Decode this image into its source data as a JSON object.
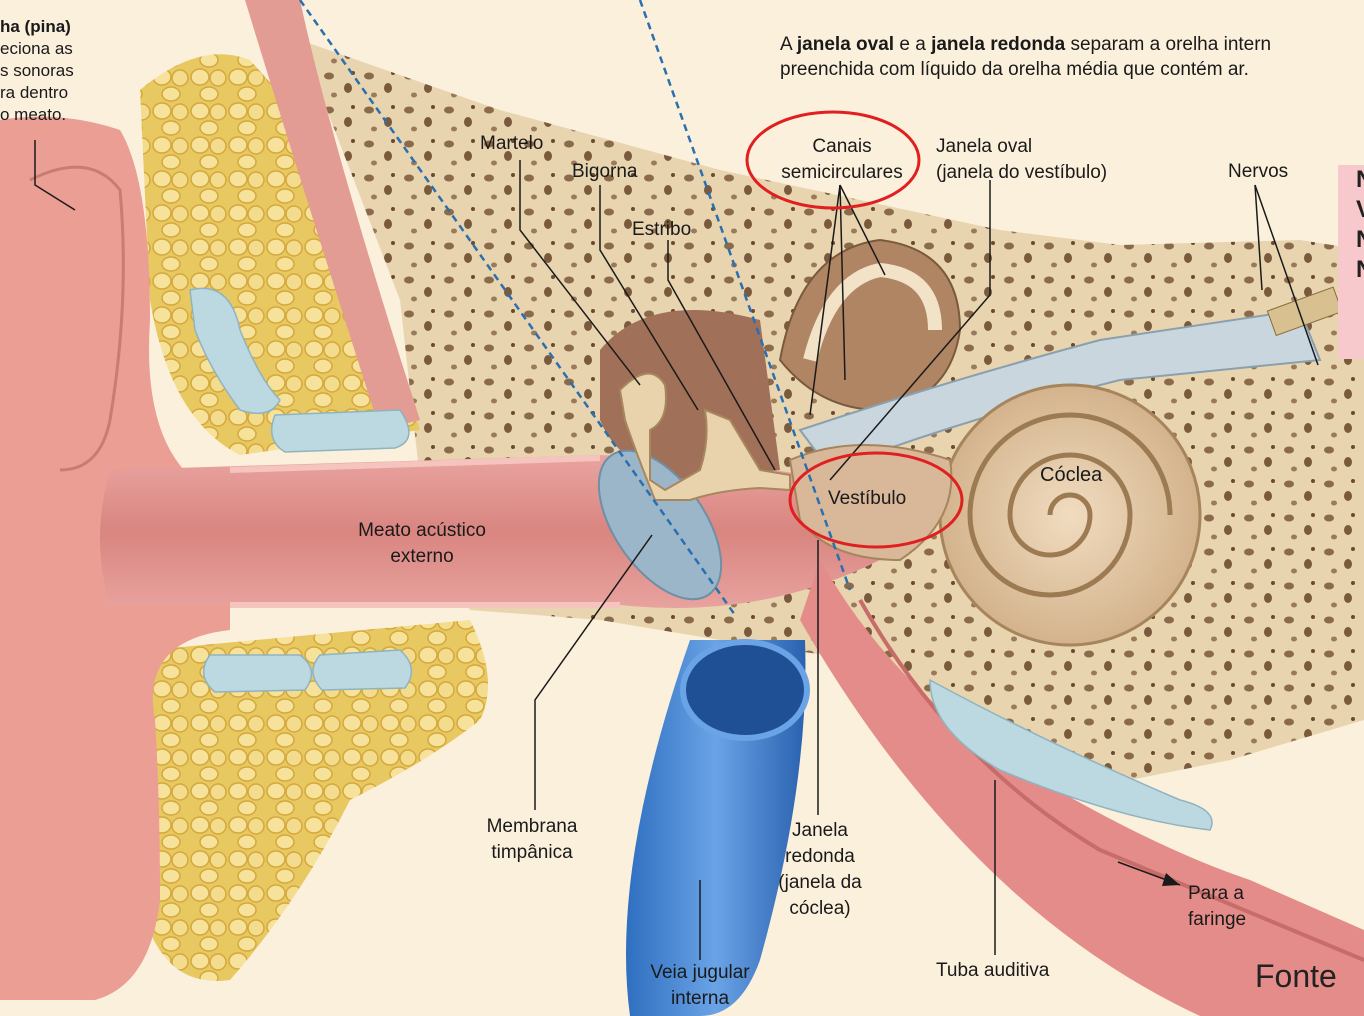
{
  "top_left_caption": {
    "line1": "ha (pina)",
    "line2": "eciona as",
    "line3": "s sonoras",
    "line4": "ra dentro",
    "line5": "o meato."
  },
  "top_caption": {
    "line1_a": "A ",
    "line1_b": "janela oval",
    "line1_c": " e a ",
    "line1_d": "janela redonda",
    "line1_e": " separam a orelha intern",
    "line2": "preenchida com líquido da orelha média que contém ar."
  },
  "labels": {
    "martelo": "Martelo",
    "bigorna": "Bigorna",
    "estribo": "Estribo",
    "canais_1": "Canais",
    "canais_2": "semicirculares",
    "janela_oval_1": "Janela oval",
    "janela_oval_2": "(janela do vestíbulo)",
    "nervos": "Nervos",
    "coclea": "Cóclea",
    "vestibulo": "Vestíbulo",
    "meato_1": "Meato acústico",
    "meato_2": "externo",
    "membrana_1": "Membrana",
    "membrana_2": "timpânica",
    "janela_redonda_1": "Janela",
    "janela_redonda_2": "redonda",
    "janela_redonda_3": "(janela da",
    "janela_redonda_4": "cóclea)",
    "veia_1": "Veia jugular",
    "veia_2": "interna",
    "tuba": "Tuba auditiva",
    "faringe_1": "Para a",
    "faringe_2": "faringe"
  },
  "side_box": [
    "N",
    "V",
    "N",
    "N"
  ],
  "source": "Fonte",
  "colors": {
    "background": "#fbf0dc",
    "highlight_circle": "#e02020",
    "side_box": "#f7c8cc",
    "dashed_line": "#2a6fb0"
  }
}
